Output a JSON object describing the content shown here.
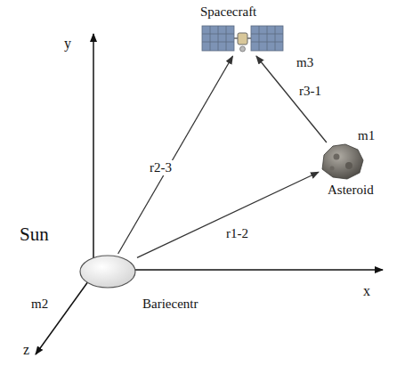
{
  "diagram": {
    "nodes": [
      {
        "text": [
          "Spacecraft",
          "m3"
        ]
      },
      {
        "text": [
          "m1",
          "Asteroid"
        ]
      },
      {
        "text": [
          "Sun",
          "m2",
          "Bariecentr"
        ]
      }
    ],
    "edges": [
      {
        "from": 2,
        "to": 0,
        "label": "r2-3",
        "arrow": "to"
      },
      {
        "from": 2,
        "to": 1,
        "label": "r1-2",
        "arrow": "to"
      },
      {
        "from": 1,
        "to": 0,
        "label": "r3-1",
        "arrow": "to"
      }
    ],
    "labels": [
      "y",
      "x",
      "z"
    ]
  }
}
